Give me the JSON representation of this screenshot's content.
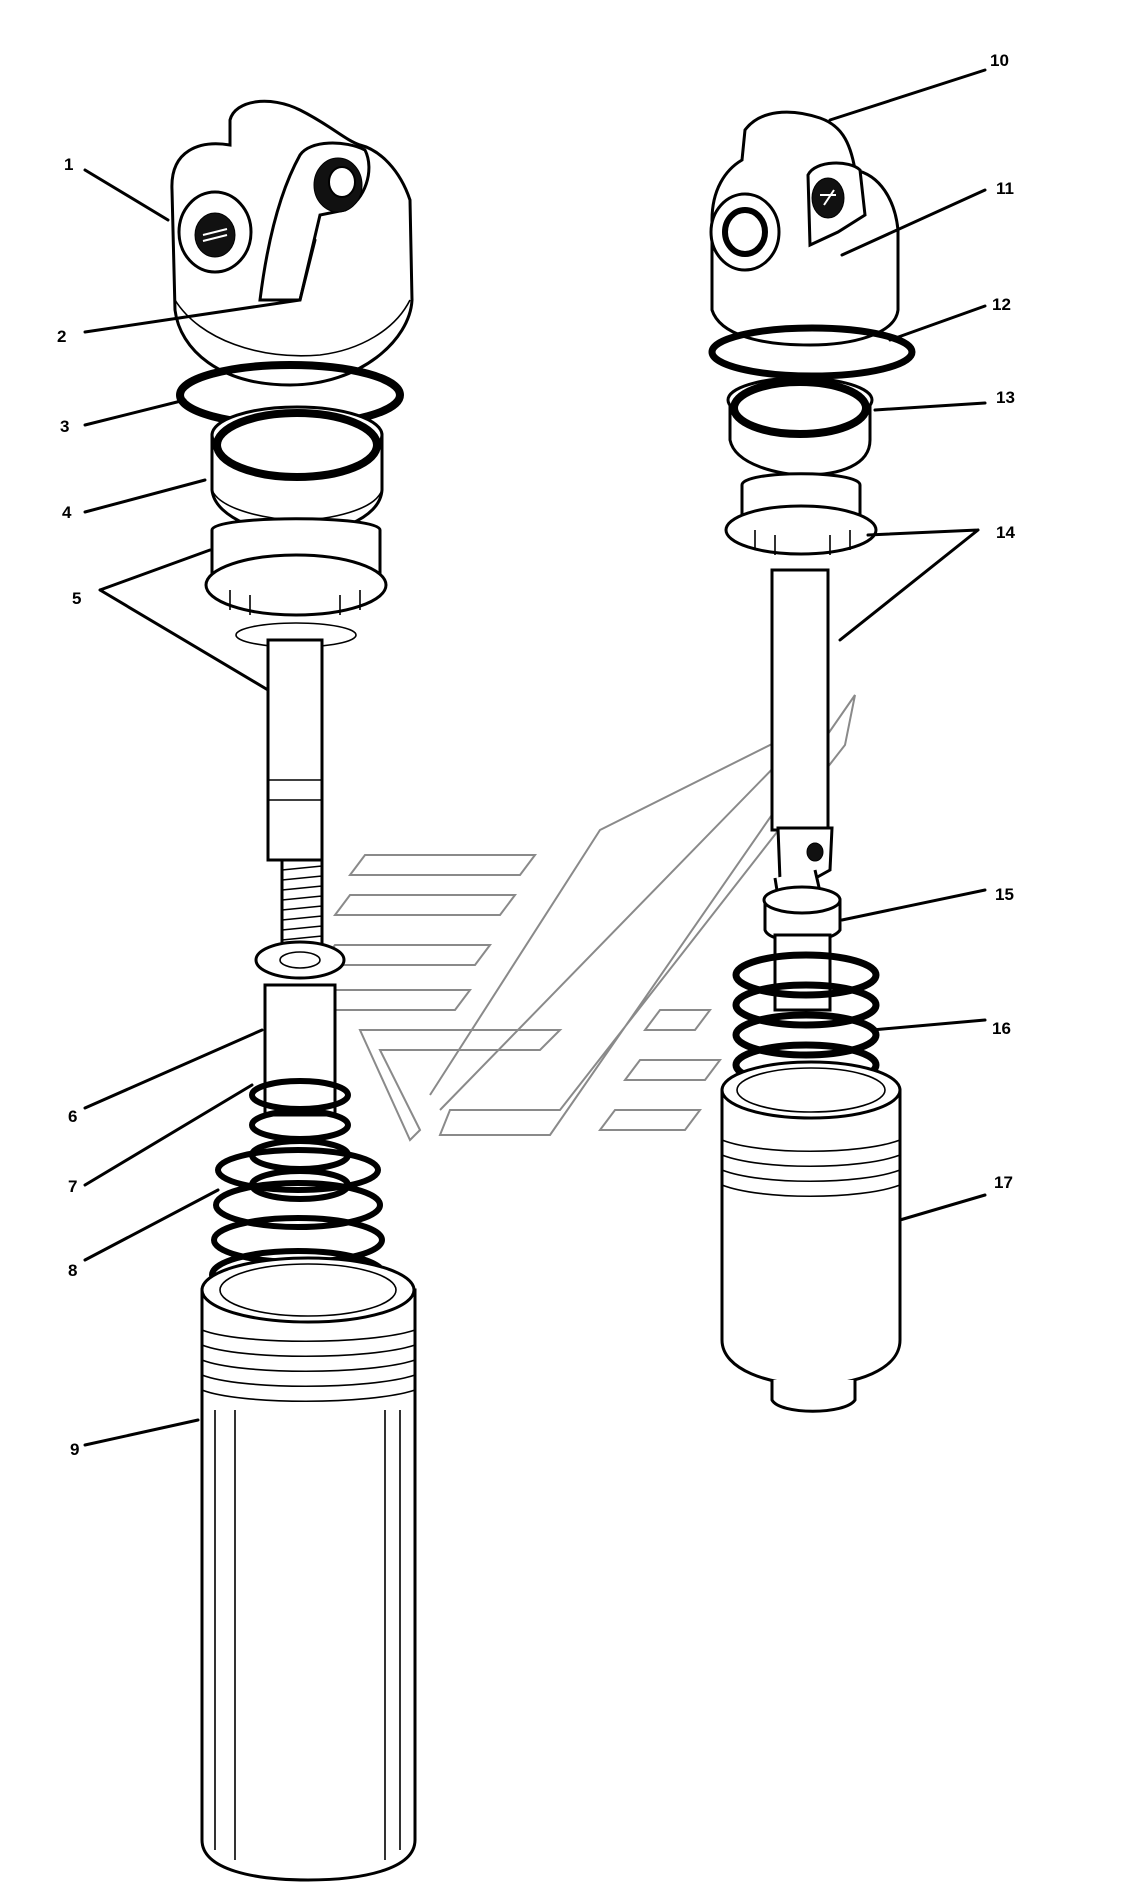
{
  "callouts": [
    {
      "id": "c1",
      "text": "1"
    },
    {
      "id": "c2",
      "text": "2"
    },
    {
      "id": "c3",
      "text": "3"
    },
    {
      "id": "c4",
      "text": "4"
    },
    {
      "id": "c5",
      "text": "5"
    },
    {
      "id": "c6",
      "text": "6"
    },
    {
      "id": "c7",
      "text": "7"
    },
    {
      "id": "c8",
      "text": "8"
    },
    {
      "id": "c9",
      "text": "9"
    },
    {
      "id": "c10",
      "text": "10"
    },
    {
      "id": "c11",
      "text": "11"
    },
    {
      "id": "c12",
      "text": "12"
    },
    {
      "id": "c13",
      "text": "13"
    },
    {
      "id": "c14",
      "text": "14"
    },
    {
      "id": "c15",
      "text": "15"
    },
    {
      "id": "c16",
      "text": "16"
    },
    {
      "id": "c17",
      "text": "17"
    }
  ],
  "colors": {
    "ink": "#000000",
    "watermark": "#8a8a8a",
    "paper": "#ffffff"
  }
}
